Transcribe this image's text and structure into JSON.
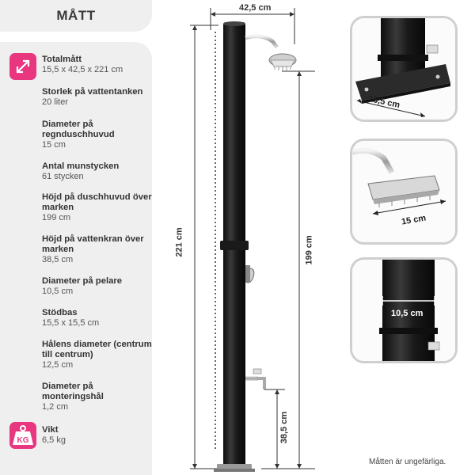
{
  "header": {
    "title": "MÅTT"
  },
  "specs": [
    {
      "label": "Totalmått",
      "value": "15,5 x 42,5 x 221 cm",
      "icon": "resize-arrows-icon"
    },
    {
      "label": "Storlek på vattentanken",
      "value": "20 liter"
    },
    {
      "label": "Diameter på regnduschhuvud",
      "value": "15 cm"
    },
    {
      "label": "Antal munstycken",
      "value": "61 stycken"
    },
    {
      "label": "Höjd på duschhuvud över marken",
      "value": "199 cm"
    },
    {
      "label": "Höjd på vattenkran över marken",
      "value": "38,5 cm"
    },
    {
      "label": "Diameter på pelare",
      "value": "10,5 cm"
    },
    {
      "label": "Stödbas",
      "value": "15,5 x 15,5 cm"
    },
    {
      "label": "Hålens diameter (centrum till centrum)",
      "value": "12,5 cm"
    },
    {
      "label": "Diameter på monteringshål",
      "value": "1,2 cm"
    },
    {
      "label": "Vikt",
      "value": "6,5 kg",
      "icon": "weight-kg-icon",
      "icon_text": "KG"
    }
  ],
  "dimensions": {
    "width": "42,5 cm",
    "total_height": "221 cm",
    "shower_height": "199 cm",
    "tap_height": "38,5 cm"
  },
  "details": {
    "base": "15,5 cm",
    "head": "15 cm",
    "pillar": "10,5 cm"
  },
  "footer": {
    "note": "Måtten är ungefärliga."
  },
  "colors": {
    "accent": "#e8367f",
    "panel": "#efefef",
    "pillar": "#1c1c1c"
  }
}
